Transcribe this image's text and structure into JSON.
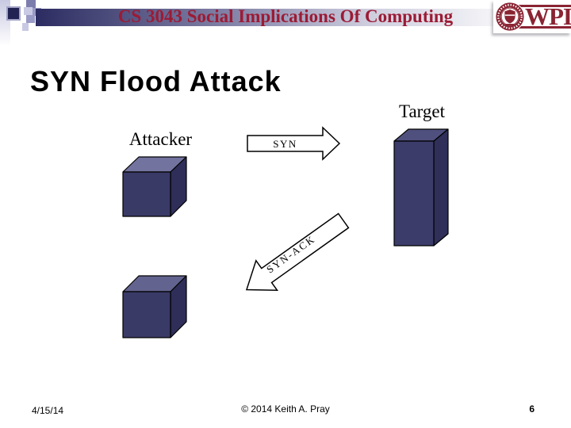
{
  "header": {
    "course_title": "CS 3043 Social Implications Of Computing",
    "logo_text": "WPI"
  },
  "slide": {
    "title": "SYN Flood Attack"
  },
  "diagram": {
    "attacker_label": "Attacker",
    "target_label": "Target",
    "syn_arrow_label": "SYN",
    "syn_ack_arrow_label": "SYN-ACK"
  },
  "footer": {
    "date": "4/15/14",
    "copyright": "© 2014 Keith A. Pray",
    "page_number": "6"
  },
  "colors": {
    "header_title": "#9c1b35",
    "bar_start": "#2c2c62",
    "bar_end": "#f4f4f8",
    "logo_maroon": "#8a2433",
    "cube_front": "#3a3a67",
    "cube_top_light": "#73739f",
    "cube_top_dark": "#63638f",
    "cube_side": "#2e2e58",
    "target_front": "#3c3c6a",
    "target_top": "#50507e",
    "target_side": "#2f2f59",
    "arrow_fill": "#ffffff",
    "arrow_outline": "#000000",
    "decor_strip": "#c9c9e2",
    "decor_navy": "#232353",
    "decor_navy_border": "#a3a3c8",
    "decor_slate": "#7d7dad",
    "decor_light": "#c9c9e4",
    "decor_medium": "#9a9ac6"
  }
}
